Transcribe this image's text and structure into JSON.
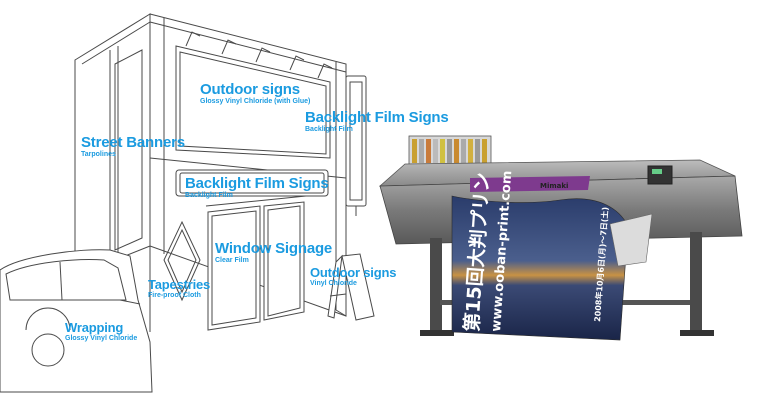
{
  "labels": {
    "outdoor_signs_top": {
      "title": "Outdoor signs",
      "sub": "Glossy Vinyl Chloride (with Glue)"
    },
    "backlight_right": {
      "title": "Backlight Film Signs",
      "sub": "Backlight Film"
    },
    "street_banners": {
      "title": "Street Banners",
      "sub": "Tarpolines"
    },
    "backlight_middle": {
      "title": "Backlight Film Signs",
      "sub": "Backlight Film"
    },
    "window_signage": {
      "title": "Window Signage",
      "sub": "Clear Film"
    },
    "outdoor_signs_small": {
      "title": "Outdoor signs",
      "sub": "Vinyl Chloride"
    },
    "tapestries": {
      "title": "Tapestries",
      "sub": "Fire-proof Cloth"
    },
    "wrapping": {
      "title": "Wrapping",
      "sub": "Glossy Vinyl Chloride"
    }
  },
  "printer": {
    "brand": "Mimaki",
    "poster_heading": "第15回大判プリン",
    "poster_url": "www.ooban-print.com",
    "poster_date": "2008年10月6日(月)～7日(土)"
  },
  "colors": {
    "label_blue": "#1b9be0",
    "line": "#4a4a4a",
    "printer_body": "#7c7c7c",
    "poster_dark": "#1d2d57"
  }
}
